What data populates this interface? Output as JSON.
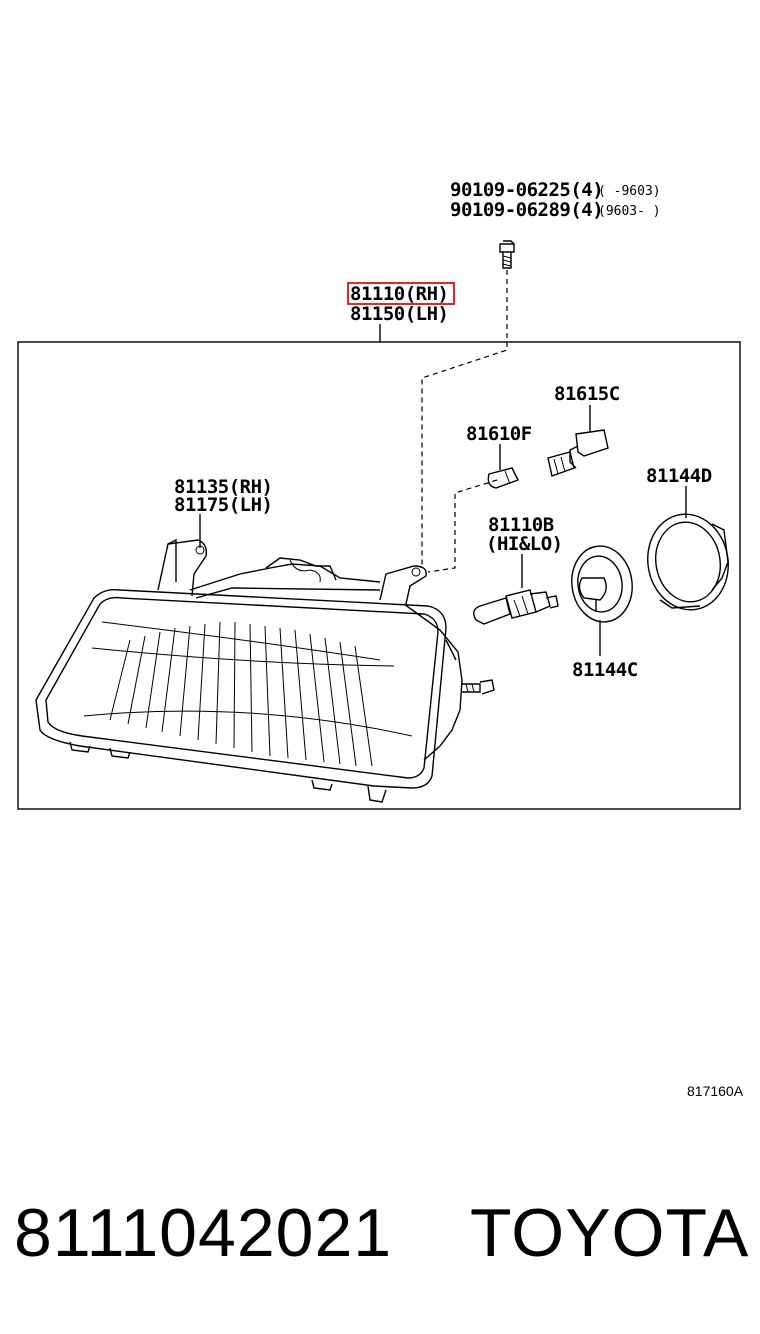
{
  "labels": {
    "bolt_a": "90109-06225(4)",
    "bolt_a_range": "(   -9603)",
    "bolt_b": "90109-06289(4)",
    "bolt_b_range": "(9603-   )",
    "unit_rh": "81110(RH)",
    "unit_lh": "81150(LH)",
    "socket": "81615C",
    "bulb_small": "81610F",
    "cover": "81144D",
    "bracket_rh": "81135(RH)",
    "bracket_lh": "81175(LH)",
    "bulb_main": "81110B",
    "bulb_main_note": "(HI&LO)",
    "seal": "81144C"
  },
  "figure_ref": "817160A",
  "footer": {
    "part_number": "8111042021",
    "brand": "TOYOTA"
  },
  "highlight_color": "#e0282a"
}
